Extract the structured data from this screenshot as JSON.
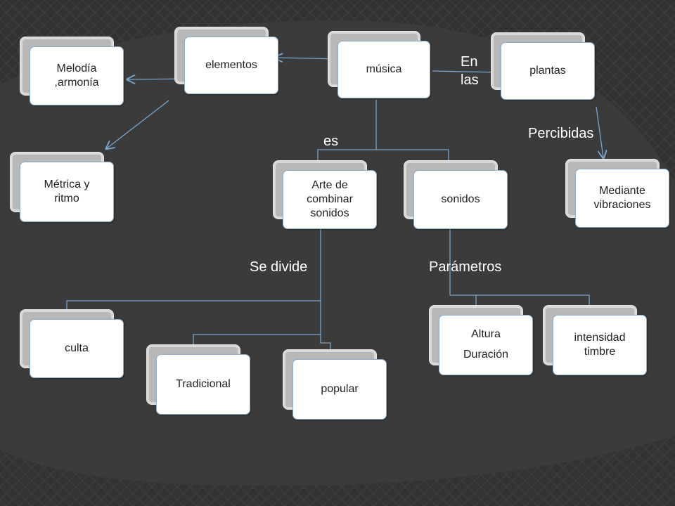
{
  "colors": {
    "background": "#3b3b3c",
    "connector": "#7aa3c9",
    "box_border": "#8cb0cf",
    "label_text": "#ffffff"
  },
  "nodes": {
    "musica": "música",
    "elementos": "elementos",
    "melodia": [
      "Melodía",
      ",armonía"
    ],
    "metrica": [
      "Métrica y",
      "ritmo"
    ],
    "plantas": "plantas",
    "vibraciones": [
      "Mediante",
      "vibraciones"
    ],
    "arte": [
      "Arte de",
      "combinar",
      "sonidos"
    ],
    "sonidos": "sonidos",
    "culta": "culta",
    "tradicional": "Tradicional",
    "popular": "popular",
    "altura": [
      "Altura",
      "Duración"
    ],
    "intensidad": [
      "intensidad",
      "timbre"
    ]
  },
  "labels": {
    "en_las": [
      "En",
      "las"
    ],
    "percibidas": "Percibidas",
    "es": "es",
    "se_divide": "Se divide",
    "parametros": "Parámetros"
  }
}
